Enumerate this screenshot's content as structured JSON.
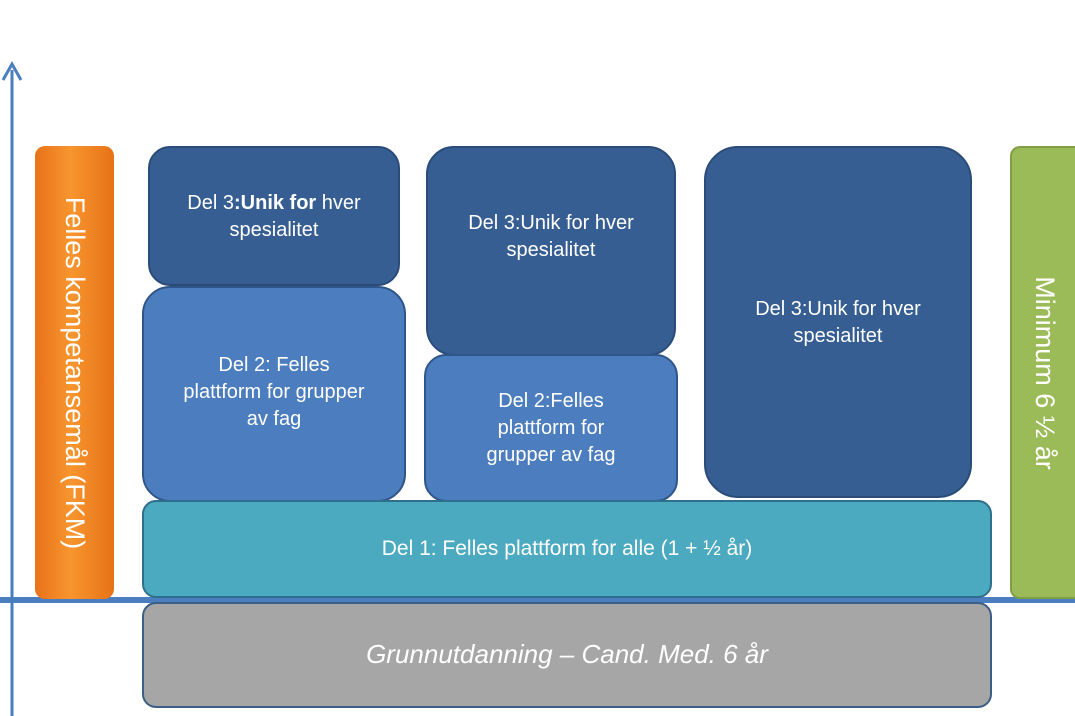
{
  "left_bar": {
    "label": "Felles kompetansemål (FKM)",
    "color": "#f28a28"
  },
  "right_bar": {
    "label": "Minimum 6 ½ år",
    "color": "#9bbb59"
  },
  "blocks": {
    "del3_a": {
      "prefix": "Del 3",
      "bold": ":Unik for",
      "suffix": " hver spesialitet"
    },
    "del3_b": {
      "label": "Del 3:Unik for hver spesialitet"
    },
    "del3_c": {
      "label": "Del 3:Unik for hver spesialitet"
    },
    "del2_a": {
      "label": "Del 2:  Felles plattform for grupper av fag"
    },
    "del2_b": {
      "label": "Del 2:Felles plattform for grupper av fag"
    },
    "del1": {
      "label": "Del 1: Felles plattform  for alle  (1 + ½ år)"
    },
    "base": {
      "label": "Grunnutdanning – Cand. Med. 6 år"
    }
  },
  "colors": {
    "axis": "#4a7ebf",
    "del3": "#365e92",
    "del2": "#4c7dbe",
    "del1": "#4baabf",
    "base": "#a6a6a6"
  }
}
